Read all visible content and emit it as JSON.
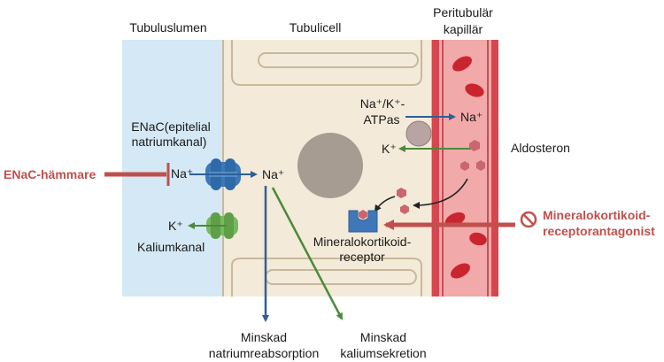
{
  "headers": {
    "lumen": "Tubuluslumen",
    "cell": "Tubulicell",
    "capillary_line1": "Peritubulär",
    "capillary_line2": "kapillär"
  },
  "enac": {
    "label_line1": "ENaC(epitelial",
    "label_line2": "natriumkanal)",
    "ion": "Na⁺"
  },
  "enac_inhibitor": {
    "label": "ENaC-hämmare"
  },
  "cell_na": "Na⁺",
  "k_channel": {
    "ion": "K⁺",
    "label": "Kaliumkanal"
  },
  "pump": {
    "label_line1": "Na⁺/K⁺-",
    "label_line2": "ATPas",
    "na_out": "Na⁺",
    "k_in": "K⁺"
  },
  "aldosterone": {
    "label": "Aldosteron"
  },
  "receptor": {
    "label_line1": "Mineralokortikoid-",
    "label_line2": "receptor"
  },
  "antagonist": {
    "label_line1": "Mineralokortikoid-",
    "label_line2": "receptorantagonist"
  },
  "outcomes": {
    "sodium_line1": "Minskad",
    "sodium_line2": "natriumreabsorption",
    "potassium_line1": "Minskad",
    "potassium_line2": "kaliumsekretion"
  },
  "colors": {
    "lumen": "#d4e8f5",
    "cell": "#f3ead9",
    "cell_border": "#c9b89a",
    "capillary": "#f2a9a9",
    "vessel_wall": "#d6464f",
    "blood_cell": "#c9252f",
    "arrow_blue": "#2e5f97",
    "arrow_green": "#4a8a3a",
    "inhibitor_red": "#c0504d",
    "channel_blue": "#3f78b8",
    "channel_green": "#77b95e",
    "pump_gray": "#b8a5a3",
    "nucleus": "#a79c91"
  },
  "icons": [
    "enac-channel",
    "potassium-channel",
    "na-k-atpase",
    "nucleus",
    "aldosterone-molecule",
    "mineralocorticoid-receptor",
    "prohibition-icon",
    "red-blood-cell"
  ]
}
